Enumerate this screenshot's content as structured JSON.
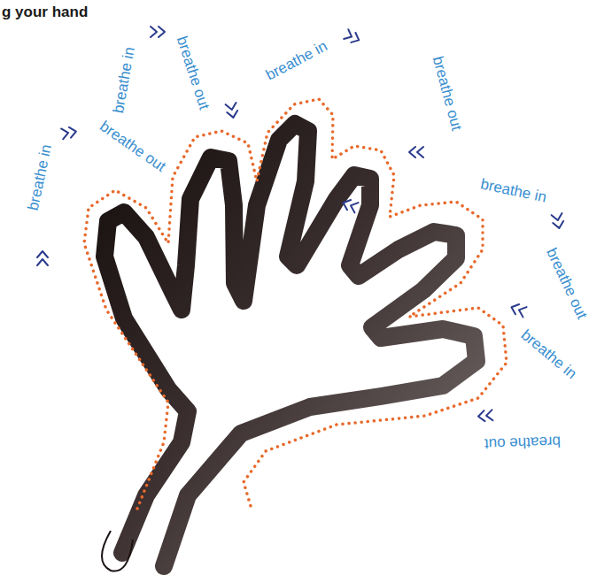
{
  "diagram": {
    "title": "g your hand",
    "labels": [
      "breathe in",
      "breathe out",
      "breathe in",
      "breathe out",
      "breathe in",
      "breathe out",
      "breathe in",
      "breathe out",
      "breathe in",
      "breathe out"
    ]
  }
}
